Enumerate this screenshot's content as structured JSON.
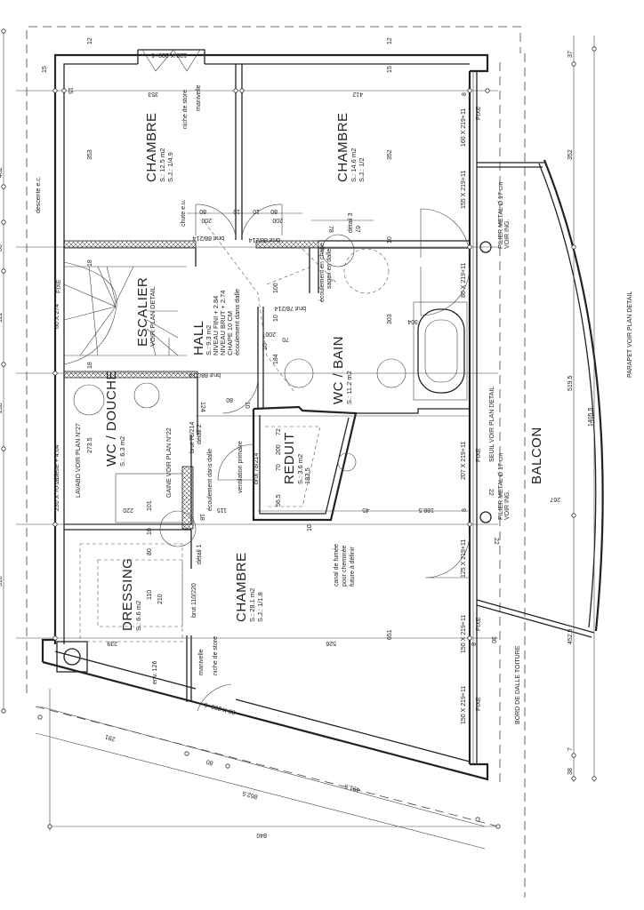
{
  "rooms": [
    {
      "name": "CHAMBRE",
      "surface": "S.: 12.5 m2",
      "sj": "S.J.: 1/4.9"
    },
    {
      "name": "CHAMBRE",
      "surface": "S.: 14.6 m2",
      "sj": "S.J.: 1/2"
    },
    {
      "name": "ESCALIER",
      "surface": "VOIR PLAN DETAIL",
      "sj": ""
    },
    {
      "name": "HALL",
      "surface": "S.: 9.3 m2",
      "sj": "NIVEAU FINI + 2.84"
    },
    {
      "name": "WC / BAIN",
      "surface": "S.: 11.2 m2",
      "sj": ""
    },
    {
      "name": "WC / DOUCHE",
      "surface": "S.: 6.3 m2",
      "sj": ""
    },
    {
      "name": "REDUIT",
      "surface": "S.: 3.6 m2",
      "sj": "183.5"
    },
    {
      "name": "DRESSING",
      "surface": "S.: 6.6 m2",
      "sj": ""
    },
    {
      "name": "CHAMBRE",
      "surface": "S.: 28.1 m2",
      "sj": "S.J.: 1/1.8"
    },
    {
      "name": "BALCON",
      "surface": "",
      "sj": ""
    }
  ],
  "hall_notes": [
    "NIVEAU BRUT + 2.74",
    "CHAPE 10 CM",
    "écoulement dans dalle"
  ],
  "notes": {
    "descente": "descente e.c.",
    "niche_store_1": "niche de store",
    "manivelle_1": "manivelle",
    "chute": "chute e.u.",
    "detail3": "détail 3",
    "ecoulement_bain": "écoulement en chape",
    "sagex": "sagex en dalle",
    "lavabo": "LAVABO VOIR PLAN N°27",
    "tablette": "230 X 70 tablette + 4.04",
    "gaine": "GAINE VOIR PLAN N°22",
    "detail2": "détail 2",
    "detail1": "détail 1",
    "ecoulement_douche": "écoulement dans dalle",
    "ventilation": "ventilation primaire",
    "canal1": "canal de fumée",
    "canal2": "pour cheminée",
    "canal3": "future à définir",
    "niche_store_2": "niche de store",
    "manivelle_2": "manivelle",
    "env": "env. 126",
    "pilier1": "PILIER METAL Ø 17 cm",
    "pilier1b": "VOIR ING.",
    "pilier2": "PILIER METAL Ø 17 cm",
    "pilier2b": "VOIR ING.",
    "seuil": "SEUIL VOIR PLAN DETAIL",
    "parapet": "PARAPET VOIR PLAN DETAIL",
    "bord": "BORD DE DALLE TOITURE",
    "fixe": "FIXE"
  },
  "openings": {
    "top_window": "120 X 209+6",
    "bottom_door": "80 X 209+6",
    "stair_window": "60 X 274",
    "w1": "160 X 219+11",
    "w2": "155 X 219+11",
    "w3": "80 X 219+11",
    "w4": "207 X 219+11",
    "w5": "125 X 219+11",
    "w6": "150 X 219+11",
    "w7": "150 X 219+11",
    "brut1": "brut 88/214",
    "brut2": "brut 88/214",
    "brut3": "brut 78/214",
    "brut4": "brut 88/214",
    "brut5": "brut 78/214",
    "brut6": "brut 78/214",
    "brut7": "brut 110/220"
  },
  "dimensions": {
    "left": [
      "462",
      "60",
      "122",
      "230",
      "316"
    ],
    "top_left": [
      "12",
      "15",
      "15",
      "353",
      "353",
      "18",
      "18"
    ],
    "top_right": [
      "12",
      "15",
      "412",
      "352",
      "10",
      "303",
      "304"
    ],
    "right": [
      "37",
      "352",
      "519.5",
      "1405.5",
      "267",
      "452.5",
      "7",
      "38"
    ],
    "misc": [
      "200",
      "80",
      "10",
      "200",
      "80",
      "10",
      "78",
      "67",
      "100",
      "10",
      "200",
      "70",
      "10",
      "184",
      "124",
      "80",
      "10",
      "72",
      "70",
      "200",
      "56.5",
      "10",
      "45",
      "188.5",
      "651",
      "526",
      "239",
      "110",
      "210",
      "80",
      "10",
      "101",
      "220",
      "273.5",
      "115",
      "18",
      "22",
      "22",
      "30",
      "8",
      "8",
      "8"
    ],
    "bottom": [
      "291",
      "80",
      "862.5",
      "491.5",
      "840"
    ]
  }
}
